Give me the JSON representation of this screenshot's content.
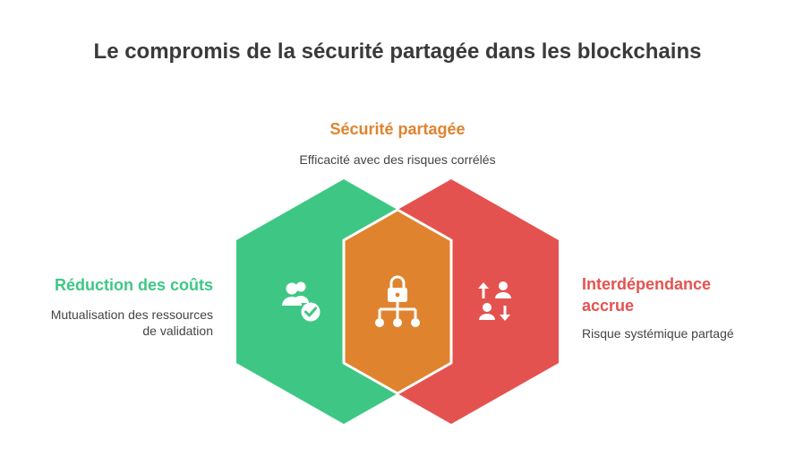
{
  "title": "Le compromis de la sécurité partagée dans les blockchains",
  "sections": {
    "top": {
      "title": "Sécurité partagée",
      "description": "Efficacité avec des risques corrélés",
      "color": "#e0832f",
      "icon": "lock-network-icon"
    },
    "left": {
      "title": "Réduction des coûts",
      "description": "Mutualisation des ressources de validation",
      "color": "#3ec784",
      "icon": "users-check-icon"
    },
    "right": {
      "title": "Interdépendance accrue",
      "description": "Risque systémique partagé",
      "color": "#e4524f",
      "icon": "people-exchange-icon"
    }
  }
}
